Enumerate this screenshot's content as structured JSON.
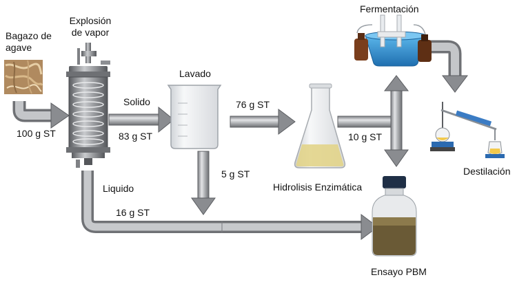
{
  "nodes": {
    "bagazo": "Bagazo de\nagave",
    "explosion": "Explosión de vapor",
    "lavado": "Lavado",
    "hidrolisis": "Hidrolisis Enzimática",
    "fermentacion": "Fermentación",
    "destilacion": "Destilación",
    "ensayo": "Ensayo PBM"
  },
  "flows": {
    "entrada": "100 g ST",
    "solido_label": "Solido",
    "solido": "83 g ST",
    "liquido_label": "Liquido",
    "liquido": "16 g ST",
    "a_hidrolisis": "76 g ST",
    "lavado_a_pbm": "5 g ST",
    "hidrolisis_split": "10 g ST"
  },
  "colors": {
    "pipe": "#a9abae",
    "pipe_dark": "#6f7175",
    "hydrolysate": "#e2d48a",
    "pbm_liquid": "#6a5a36",
    "fermenter": "#2f8fd0"
  }
}
